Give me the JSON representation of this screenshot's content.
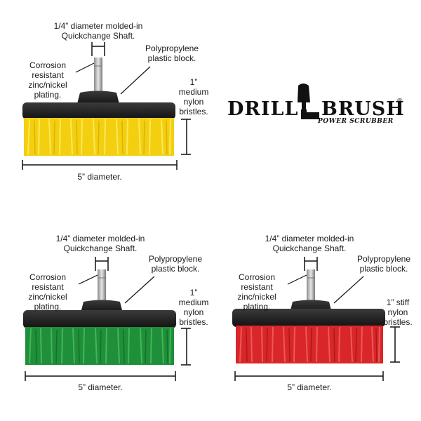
{
  "brand": {
    "word1": "DRILL",
    "word2": "BRUSH",
    "registered": "®",
    "tagline": "POWER SCRUBBER"
  },
  "brushes": [
    {
      "bristle_color": "#f4cf10",
      "shaft_label": "1/4” diameter molded-in Quickchange Shaft.",
      "shaft_line1": "1/4” diameter molded-in",
      "shaft_line2": "Quickchange Shaft.",
      "block_line1": "Polypropylene",
      "block_line2": "plastic block.",
      "plating_line1": "Corrosion",
      "plating_line2": "resistant",
      "plating_line3": "zinc/nickel",
      "plating_line4": "plating.",
      "bristle_line1": "1”",
      "bristle_line2": "medium",
      "bristle_line3": "nylon",
      "bristle_line4": "bristles.",
      "diameter": "5” diameter."
    },
    {
      "bristle_color": "#1f8f3a",
      "shaft_line1": "1/4” diameter molded-in",
      "shaft_line2": "Quickchange Shaft.",
      "block_line1": "Polypropylene",
      "block_line2": "plastic block.",
      "plating_line1": "Corrosion",
      "plating_line2": "resistant",
      "plating_line3": "zinc/nickel",
      "plating_line4": "plating.",
      "bristle_line1": "1”",
      "bristle_line2": "medium",
      "bristle_line3": "nylon",
      "bristle_line4": "bristles.",
      "diameter": "5” diameter."
    },
    {
      "bristle_color": "#d8262a",
      "shaft_line1": "1/4” diameter molded-in",
      "shaft_line2": "Quickchange Shaft.",
      "block_line1": "Polypropylene",
      "block_line2": "plastic block.",
      "plating_line1": "Corrosion",
      "plating_line2": "resistant",
      "plating_line3": "zinc/nickel",
      "plating_line4": "plating.",
      "bristle_line1": "1” stiff",
      "bristle_line2": "nylon",
      "bristle_line3": "bristles.",
      "diameter": "5” diameter."
    }
  ]
}
